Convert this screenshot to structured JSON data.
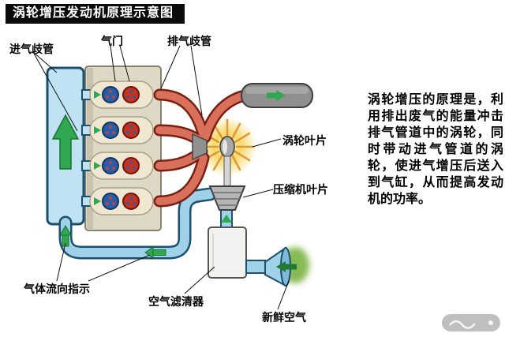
{
  "title": "涡轮增压发动机原理示意图",
  "description": "涡轮增压的原理是，利用排出废气的能量冲击排气管道中的涡轮，同时带动进气管道的涡轮，使进气增压后送入到气缸，从而提高发动机的功率。",
  "labels": {
    "intake_manifold": "进气歧管",
    "valve": "气门",
    "exhaust_manifold": "排气歧管",
    "turbine_blade": "涡轮叶片",
    "compressor_blade": "压缩机叶片",
    "gas_flow": "气体流向指示",
    "air_filter": "空气滤清器",
    "fresh_air": "新鲜空气"
  },
  "colors": {
    "intake_pipe_fill": "#9fd2e8",
    "intake_pipe_edge": "#1d4f6e",
    "exhaust_pipe_fill": "#d9705c",
    "exhaust_pipe_edge": "#7a2012",
    "flow_arrow_green": "#2fa84f",
    "turbo_glow_yellow": "#f6d96b",
    "engine_block": "#ded8c6",
    "title_bg": "#0b0b0b",
    "fresh_air_green": "#7cb342"
  }
}
